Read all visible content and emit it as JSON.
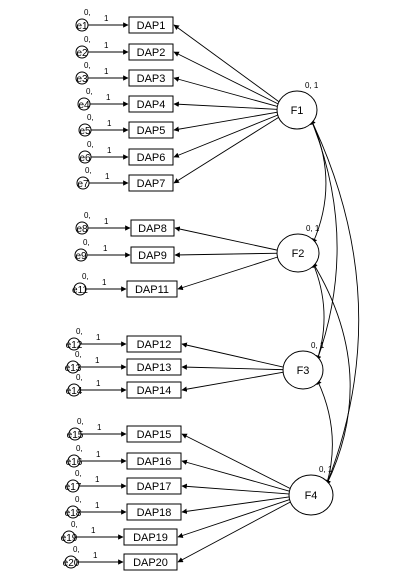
{
  "factors": [
    {
      "id": "F1",
      "label": "F1",
      "var_label": "0, 1"
    },
    {
      "id": "F2",
      "label": "F2",
      "var_label": "0, 1"
    },
    {
      "id": "F3",
      "label": "F3",
      "var_label": "0, 1"
    },
    {
      "id": "F4",
      "label": "F4",
      "var_label": "0, 1"
    }
  ],
  "indicators": [
    {
      "label": "DAP1",
      "error": "e1",
      "error_mean": "0,",
      "loading_label": "1",
      "factor": "F1"
    },
    {
      "label": "DAP2",
      "error": "e2",
      "error_mean": "0,",
      "loading_label": "1",
      "factor": "F1"
    },
    {
      "label": "DAP3",
      "error": "e3",
      "error_mean": "0,",
      "loading_label": "1",
      "factor": "F1"
    },
    {
      "label": "DAP4",
      "error": "e4",
      "error_mean": "0,",
      "loading_label": "1",
      "factor": "F1"
    },
    {
      "label": "DAP5",
      "error": "e5",
      "error_mean": "0,",
      "loading_label": "1",
      "factor": "F1"
    },
    {
      "label": "DAP6",
      "error": "e6",
      "error_mean": "0,",
      "loading_label": "1",
      "factor": "F1"
    },
    {
      "label": "DAP7",
      "error": "e7",
      "error_mean": "0,",
      "loading_label": "1",
      "factor": "F1"
    },
    {
      "label": "DAP8",
      "error": "e8",
      "error_mean": "0,",
      "loading_label": "1",
      "factor": "F2"
    },
    {
      "label": "DAP9",
      "error": "e9",
      "error_mean": "0,",
      "loading_label": "1",
      "factor": "F2"
    },
    {
      "label": "DAP11",
      "error": "e11",
      "error_mean": "0,",
      "loading_label": "1",
      "factor": "F2"
    },
    {
      "label": "DAP12",
      "error": "e12",
      "error_mean": "0,",
      "loading_label": "1",
      "factor": "F3"
    },
    {
      "label": "DAP13",
      "error": "e13",
      "error_mean": "0,",
      "loading_label": "1",
      "factor": "F3"
    },
    {
      "label": "DAP14",
      "error": "e14",
      "error_mean": "0,",
      "loading_label": "1",
      "factor": "F3"
    },
    {
      "label": "DAP15",
      "error": "e15",
      "error_mean": "0,",
      "loading_label": "1",
      "factor": "F4"
    },
    {
      "label": "DAP16",
      "error": "e16",
      "error_mean": "0,",
      "loading_label": "1",
      "factor": "F4"
    },
    {
      "label": "DAP17",
      "error": "e17",
      "error_mean": "0,",
      "loading_label": "1",
      "factor": "F4"
    },
    {
      "label": "DAP18",
      "error": "e18",
      "error_mean": "0,",
      "loading_label": "1",
      "factor": "F4"
    },
    {
      "label": "DAP19",
      "error": "e19",
      "error_mean": "0,",
      "loading_label": "1",
      "factor": "F4"
    },
    {
      "label": "DAP20",
      "error": "e20",
      "error_mean": "0,",
      "loading_label": "1",
      "factor": "F4"
    }
  ],
  "covariances": [
    [
      "F1",
      "F2"
    ],
    [
      "F1",
      "F3"
    ],
    [
      "F1",
      "F4"
    ],
    [
      "F2",
      "F3"
    ],
    [
      "F2",
      "F4"
    ],
    [
      "F3",
      "F4"
    ]
  ]
}
